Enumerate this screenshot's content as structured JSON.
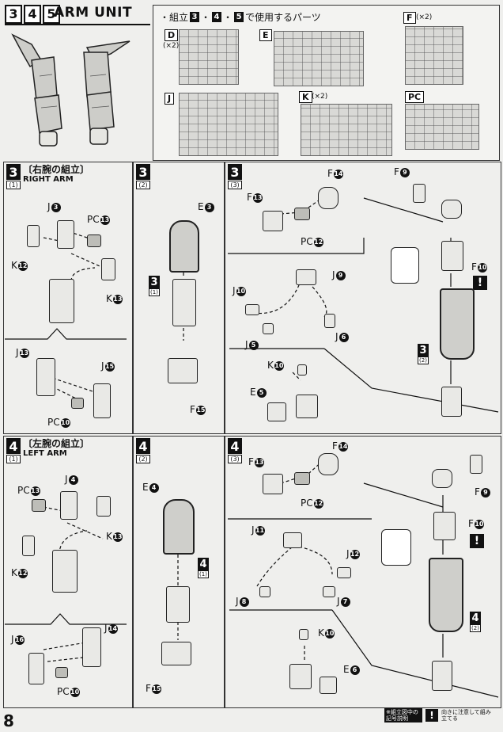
{
  "header": {
    "step_numbers": [
      "3",
      "4",
      "5"
    ],
    "title": "ARM UNIT"
  },
  "parts_box": {
    "intro_bullet": "・組立",
    "intro_steps": [
      "3",
      "4",
      "5"
    ],
    "intro_suffix": "で使用するパーツ",
    "sprues": [
      {
        "label": "D",
        "multiplier": "(×2)"
      },
      {
        "label": "E",
        "multiplier": ""
      },
      {
        "label": "F",
        "multiplier": "(×2)"
      },
      {
        "label": "J",
        "multiplier": ""
      },
      {
        "label": "K",
        "multiplier": "(×2)"
      },
      {
        "label": "PC",
        "multiplier": ""
      }
    ]
  },
  "right_arm": {
    "step31": {
      "num": "3",
      "sub": "(1)",
      "title": "〔右腕の組立〕",
      "subtitle": "RIGHT ARM"
    },
    "step31_labels": {
      "j3": "J",
      "j3n": "3",
      "pc13": "PC",
      "pc13n": "13",
      "k12": "K",
      "k12n": "12",
      "k13": "K",
      "k13n": "13"
    },
    "step31_lower": {
      "j13": "J",
      "j13n": "13",
      "j15": "J",
      "j15n": "15",
      "pc10": "PC",
      "pc10n": "10"
    },
    "step32": {
      "num": "3",
      "sub": "(2)",
      "e3": "E",
      "e3n": "3",
      "f15": "F",
      "f15n": "15",
      "ref_num": "3",
      "ref_sub": "(1)"
    },
    "step33": {
      "num": "3",
      "sub": "(3)",
      "f14": "F",
      "f14n": "14",
      "f13": "F",
      "f13n": "13",
      "pc12": "PC",
      "pc12n": "12",
      "j10": "J",
      "j10n": "10",
      "j9": "J",
      "j9n": "9",
      "j5": "J",
      "j5n": "5",
      "j6": "J",
      "j6n": "6",
      "k10": "K",
      "k10n": "10",
      "e5": "E",
      "e5n": "5",
      "f9": "F",
      "f9n": "9",
      "f10": "F",
      "f10n": "10",
      "ref_num": "3",
      "ref_sub": "(2)",
      "excl": "!"
    }
  },
  "left_arm": {
    "step41": {
      "num": "4",
      "sub": "(1)",
      "title": "〔左腕の組立〕",
      "subtitle": "LEFT ARM"
    },
    "step41_labels": {
      "pc13": "PC",
      "pc13n": "13",
      "j4": "J",
      "j4n": "4",
      "k13": "K",
      "k13n": "13",
      "k12": "K",
      "k12n": "12"
    },
    "step41_lower": {
      "j16": "J",
      "j16n": "16",
      "j14": "J",
      "j14n": "14",
      "pc10": "PC",
      "pc10n": "10"
    },
    "step42": {
      "num": "4",
      "sub": "(2)",
      "e4": "E",
      "e4n": "4",
      "f15": "F",
      "f15n": "15",
      "ref_num": "4",
      "ref_sub": "(1)"
    },
    "step43": {
      "num": "4",
      "sub": "(3)",
      "f14": "F",
      "f14n": "14",
      "f13": "F",
      "f13n": "13",
      "pc12": "PC",
      "pc12n": "12",
      "j11": "J",
      "j11n": "11",
      "j12": "J",
      "j12n": "12",
      "j8": "J",
      "j8n": "8",
      "j7": "J",
      "j7n": "7",
      "k10": "K",
      "k10n": "10",
      "e6": "E",
      "e6n": "6",
      "f9": "F",
      "f9n": "9",
      "f10": "F",
      "f10n": "10",
      "ref_num": "4",
      "ref_sub": "(2)",
      "excl": "!"
    }
  },
  "footer": {
    "page_number": "8",
    "legend_box": "※組立図中の記号説明",
    "legend_icon": "!",
    "legend_text": "向きに注意して組み立てる"
  }
}
